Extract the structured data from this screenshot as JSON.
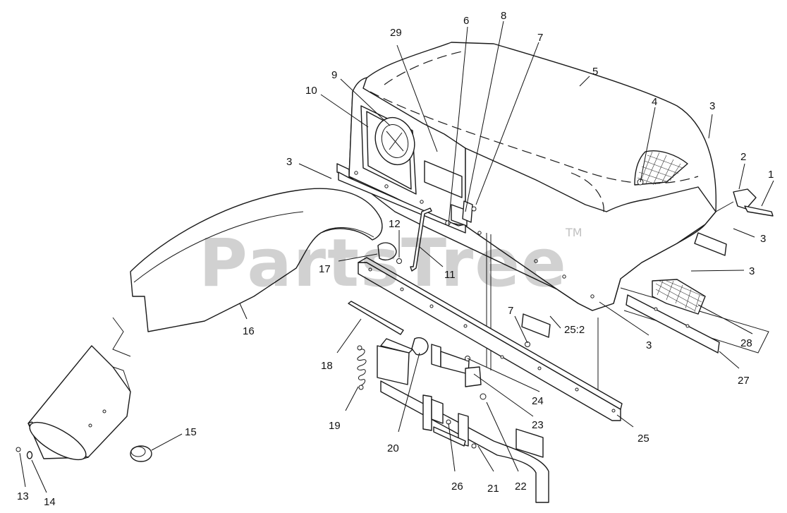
{
  "watermark": {
    "text": "PartsTree",
    "trademark": "TM"
  },
  "callouts": [
    {
      "id": "c1",
      "label": "1"
    },
    {
      "id": "c2",
      "label": "2"
    },
    {
      "id": "c3a",
      "label": "3"
    },
    {
      "id": "c3b",
      "label": "3"
    },
    {
      "id": "c3c",
      "label": "3"
    },
    {
      "id": "c3d",
      "label": "3"
    },
    {
      "id": "c3e",
      "label": "3"
    },
    {
      "id": "c4",
      "label": "4"
    },
    {
      "id": "c5",
      "label": "5"
    },
    {
      "id": "c6",
      "label": "6"
    },
    {
      "id": "c7a",
      "label": "7"
    },
    {
      "id": "c7b",
      "label": "7"
    },
    {
      "id": "c8",
      "label": "8"
    },
    {
      "id": "c9",
      "label": "9"
    },
    {
      "id": "c10",
      "label": "10"
    },
    {
      "id": "c11",
      "label": "11"
    },
    {
      "id": "c12",
      "label": "12"
    },
    {
      "id": "c13",
      "label": "13"
    },
    {
      "id": "c14",
      "label": "14"
    },
    {
      "id": "c15",
      "label": "15"
    },
    {
      "id": "c16",
      "label": "16"
    },
    {
      "id": "c17",
      "label": "17"
    },
    {
      "id": "c18",
      "label": "18"
    },
    {
      "id": "c19",
      "label": "19"
    },
    {
      "id": "c20",
      "label": "20"
    },
    {
      "id": "c21",
      "label": "21"
    },
    {
      "id": "c22",
      "label": "22"
    },
    {
      "id": "c23",
      "label": "23"
    },
    {
      "id": "c24",
      "label": "24"
    },
    {
      "id": "c25",
      "label": "25"
    },
    {
      "id": "c25b",
      "label": "25:2"
    },
    {
      "id": "c26",
      "label": "26"
    },
    {
      "id": "c27",
      "label": "27"
    },
    {
      "id": "c28",
      "label": "28"
    },
    {
      "id": "c29",
      "label": "29"
    }
  ]
}
